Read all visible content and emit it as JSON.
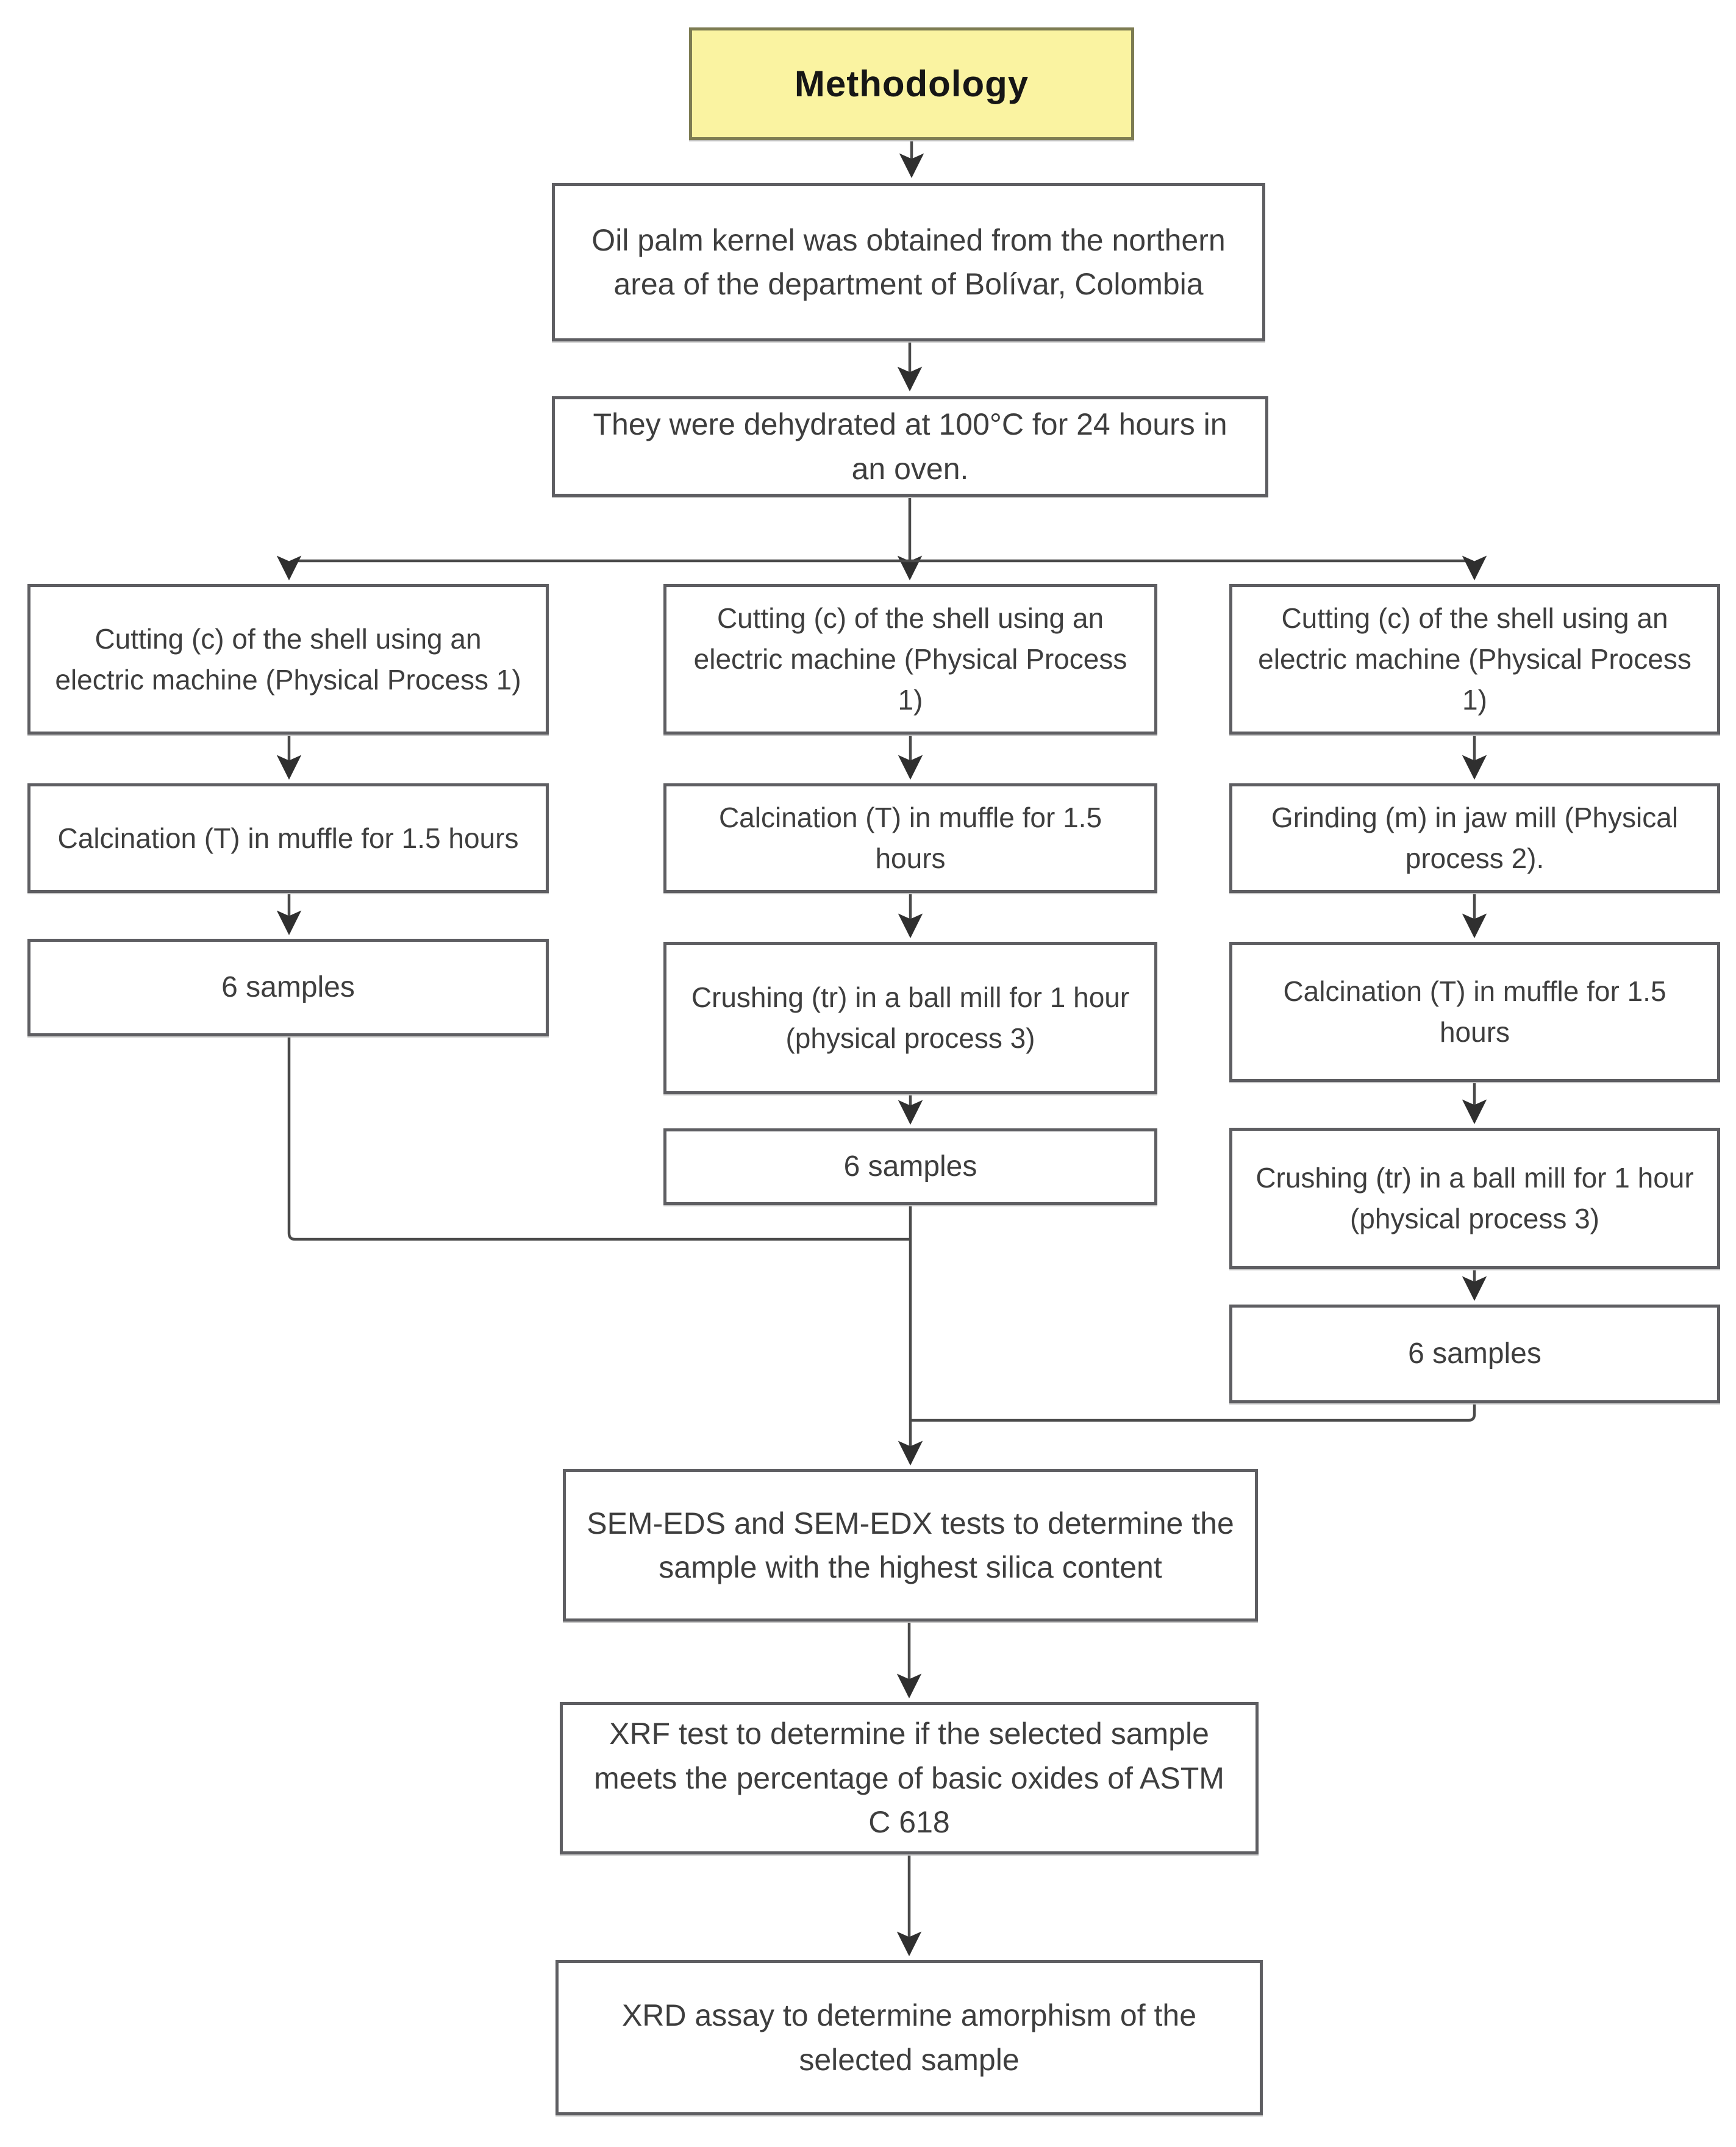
{
  "colors": {
    "start_node_fill": "#FAF3A1",
    "start_node_border": "#7D7C52",
    "node_border": "#5E5E62",
    "node_text": "#3E3E3E",
    "connector": "#4A4A4A",
    "background": "#FFFFFF"
  },
  "flowchart": {
    "title": "Methodology",
    "nodes": {
      "source": "Oil palm kernel was obtained from the northern area of the department of Bolívar, Colombia",
      "dehydration": "They were dehydrated at 100°C for 24 hours in an oven.",
      "cutting_left": "Cutting (c) of the shell using an electric machine (Physical Process 1)",
      "cutting_middle": "Cutting (c) of the shell using an electric machine (Physical Process 1)",
      "cutting_right": "Cutting (c) of the shell using an electric machine (Physical Process 1)",
      "calcination_left": "Calcination (T) in muffle for 1.5 hours",
      "calcination_middle": "Calcination (T) in muffle for 1.5 hours",
      "grinding_right": "Grinding (m) in jaw mill (Physical process 2).",
      "samples_left": "6 samples",
      "crushing_middle": "Crushing (tr) in a ball mill for 1 hour (physical process 3)",
      "calcination_right": "Calcination (T) in muffle for 1.5 hours",
      "samples_middle": "6 samples",
      "crushing_right": "Crushing (tr) in a ball mill for 1 hour (physical process 3)",
      "samples_right": "6 samples",
      "sem": "SEM-EDS and SEM-EDX tests to determine the sample with the highest silica content",
      "xrf": "XRF test to determine if the selected sample meets the percentage of basic oxides of ASTM C 618",
      "xrd": "XRD assay to determine amorphism of the selected sample"
    }
  }
}
